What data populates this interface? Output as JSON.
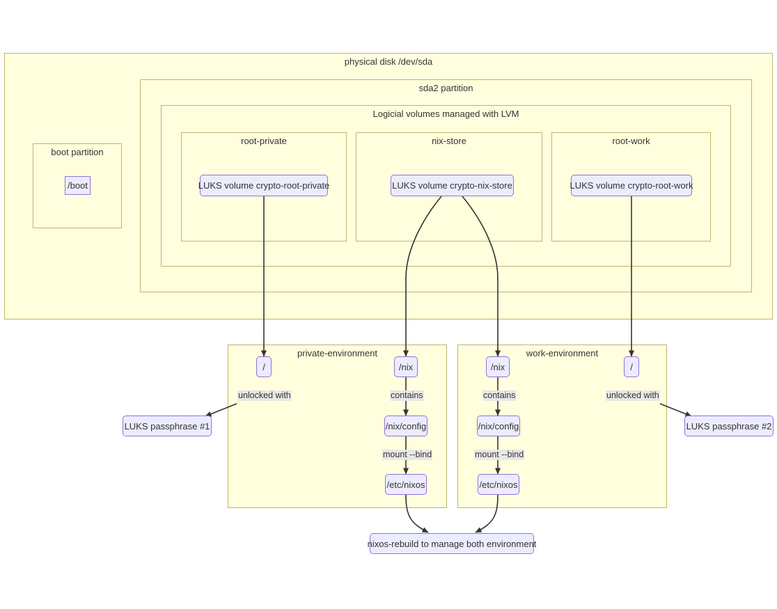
{
  "diagram": {
    "title": "NixOS dual-environment LUKS/LVM disk layout",
    "colors": {
      "cluster_fill": "#ffffde",
      "cluster_stroke": "#bdb76b",
      "node_fill": "#ececff",
      "node_stroke": "#9370db",
      "text": "#333333",
      "edge": "#333333",
      "edge_label_bg": "#e8e8e8"
    }
  },
  "clusters": {
    "physical_disk": {
      "label": "physical disk /dev/sda"
    },
    "boot_partition": {
      "label": "boot partition"
    },
    "sda2_partition": {
      "label": "sda2 partition"
    },
    "lvm": {
      "label": "Logicial volumes managed with LVM"
    },
    "root_private": {
      "label": "root-private"
    },
    "nix_store": {
      "label": "nix-store"
    },
    "root_work": {
      "label": "root-work"
    },
    "private_environment": {
      "label": "private-environment"
    },
    "work_environment": {
      "label": "work-environment"
    }
  },
  "nodes": {
    "boot": {
      "label": "/boot"
    },
    "luks_root_private": {
      "label": "LUKS volume crypto-root-private"
    },
    "luks_nix_store": {
      "label": "LUKS volume crypto-nix-store"
    },
    "luks_root_work": {
      "label": "LUKS volume crypto-root-work"
    },
    "priv_root": {
      "label": "/"
    },
    "priv_nix": {
      "label": "/nix"
    },
    "priv_nix_config": {
      "label": "/nix/config"
    },
    "priv_etc_nixos": {
      "label": "/etc/nixos"
    },
    "work_nix": {
      "label": "/nix"
    },
    "work_nix_config": {
      "label": "/nix/config"
    },
    "work_etc_nixos": {
      "label": "/etc/nixos"
    },
    "work_root": {
      "label": "/"
    },
    "passphrase_1": {
      "label": "LUKS passphrase #1"
    },
    "passphrase_2": {
      "label": "LUKS passphrase #2"
    },
    "nixos_rebuild": {
      "label": "nixos-rebuild to manage both environment"
    }
  },
  "edge_labels": {
    "priv_unlocked_with": "unlocked with",
    "priv_contains": "contains",
    "priv_mount_bind": "mount --bind",
    "work_contains": "contains",
    "work_mount_bind": "mount --bind",
    "work_unlocked_with": "unlocked with"
  }
}
